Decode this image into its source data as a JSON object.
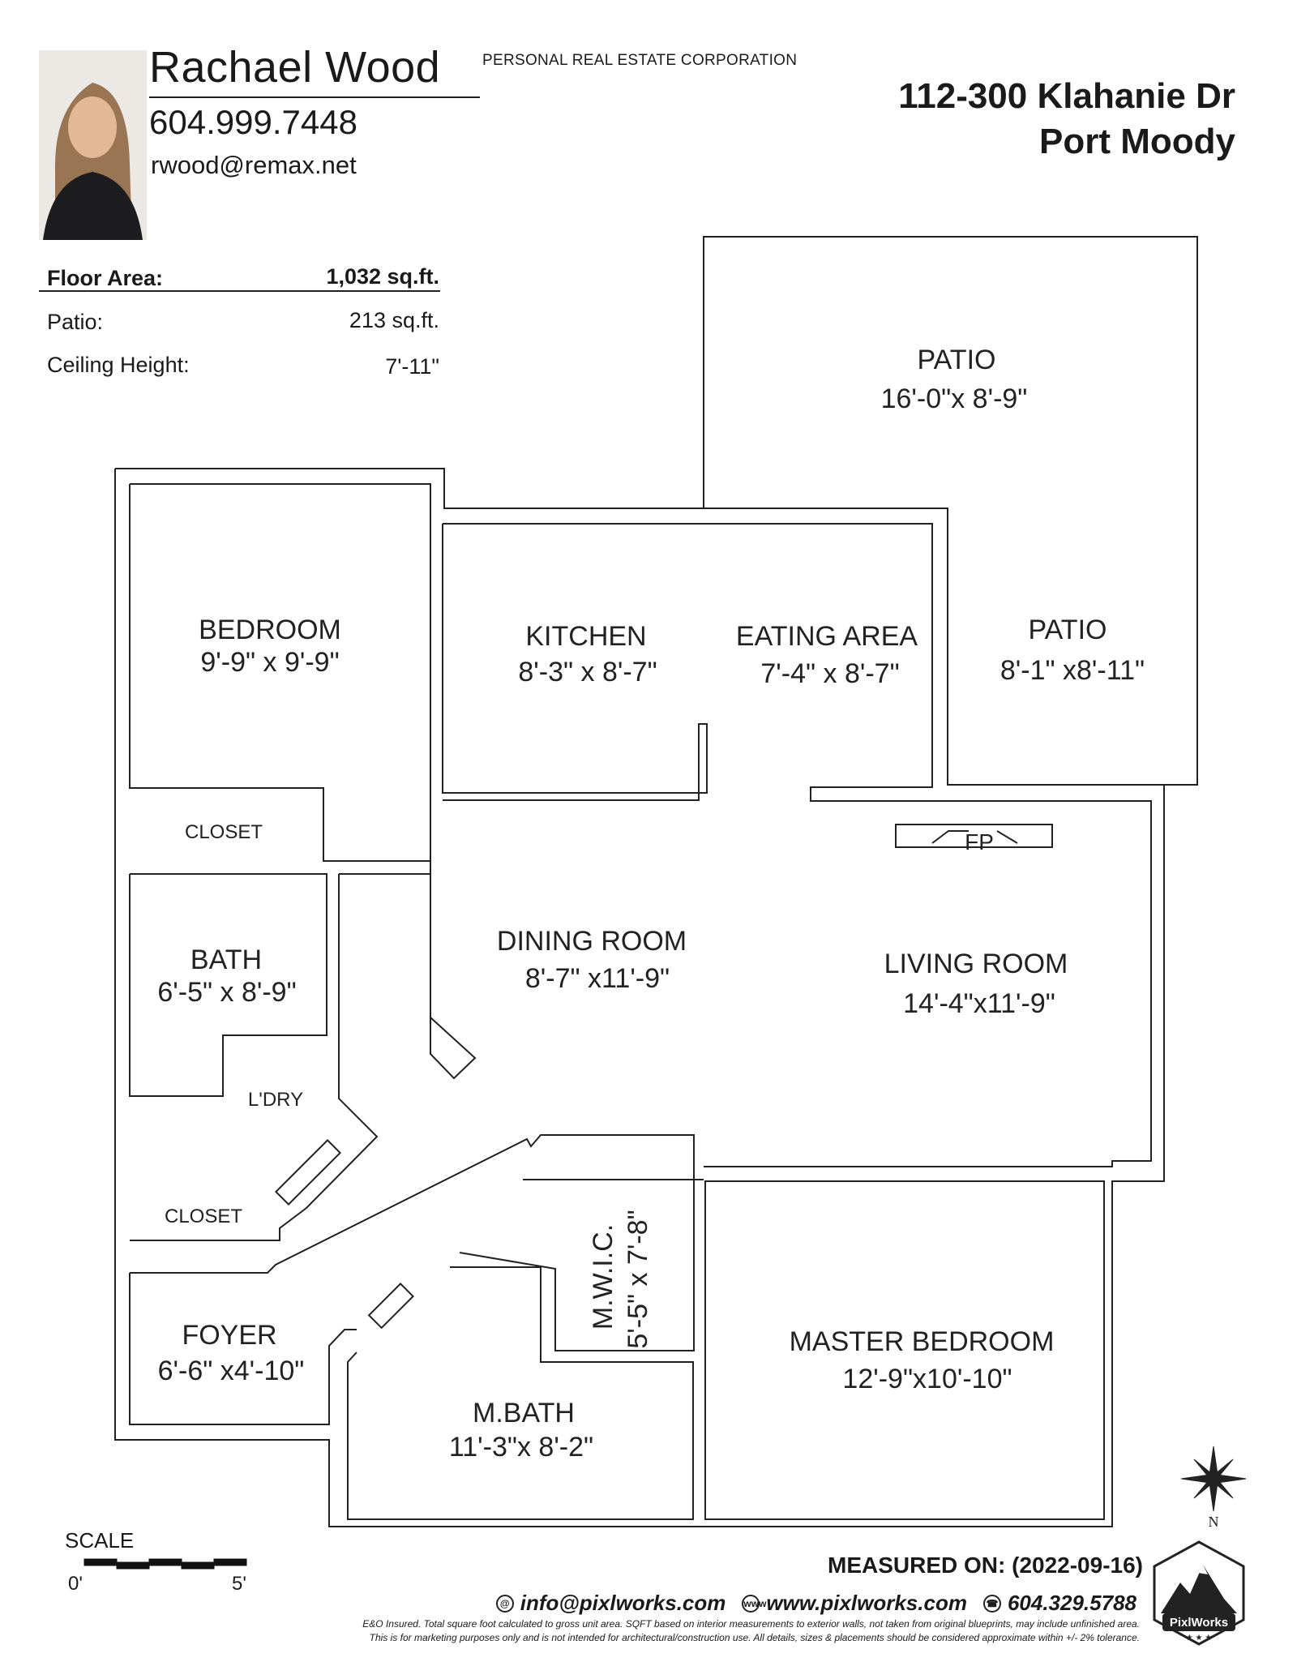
{
  "agent": {
    "name": "Rachael Wood",
    "corporation": "PERSONAL REAL ESTATE CORPORATION",
    "phone": "604.999.7448",
    "email": "rwood@remax.net"
  },
  "address": {
    "line1": "112-300 Klahanie Dr",
    "line2": "Port Moody"
  },
  "stats": {
    "floor_area_label": "Floor Area:",
    "floor_area_value": "1,032 sq.ft.",
    "patio_label": "Patio:",
    "patio_value": "213 sq.ft.",
    "ceiling_label": "Ceiling Height:",
    "ceiling_value": "7'-11\""
  },
  "rooms": [
    {
      "name": "PATIO",
      "dims": "16'-0\"x 8'-9\""
    },
    {
      "name": "BEDROOM",
      "dims": "9'-9\" x 9'-9\""
    },
    {
      "name": "KITCHEN",
      "dims": "8'-3\" x 8'-7\""
    },
    {
      "name": "EATING AREA",
      "dims": "7'-4\" x 8'-7\""
    },
    {
      "name": "PATIO",
      "dims": "8'-1\" x8'-11\""
    },
    {
      "name": "CLOSET",
      "dims": ""
    },
    {
      "name": "BATH",
      "dims": "6'-5\" x 8'-9\""
    },
    {
      "name": "DINING ROOM",
      "dims": "8'-7\" x11'-9\""
    },
    {
      "name": "LIVING ROOM",
      "dims": "14'-4\"x11'-9\""
    },
    {
      "name": "L'DRY",
      "dims": ""
    },
    {
      "name": "CLOSET",
      "dims": ""
    },
    {
      "name": "M.W.I.C.",
      "dims": "5'-5\" x 7'-8\""
    },
    {
      "name": "FOYER",
      "dims": "6'-6\" x4'-10\""
    },
    {
      "name": "MASTER BEDROOM",
      "dims": "12'-9\"x10'-10\""
    },
    {
      "name": "M.BATH",
      "dims": "11'-3\"x 8'-2\""
    }
  ],
  "fireplace_label": "FP",
  "compass_label": "N",
  "scale": {
    "label": "SCALE",
    "start": "0'",
    "end": "5'"
  },
  "footer": {
    "measured": "MEASURED ON: (2022-09-16)",
    "email": "info@pixlworks.com",
    "website": "www.pixlworks.com",
    "phone": "604.329.5788",
    "disclaimer1": "E&O Insured.  Total square foot calculated to gross unit area.  SQFT based on interior measurements to exterior walls, not taken from original blueprints, may include unfinished area.",
    "disclaimer2": "This is for marketing purposes only and is not intended for architectural/construction use.  All details, sizes & placements should be considered approximate within +/- 2% tolerance.",
    "logo_text": "PixlWorks"
  },
  "colors": {
    "line": "#222222",
    "background": "#ffffff"
  }
}
